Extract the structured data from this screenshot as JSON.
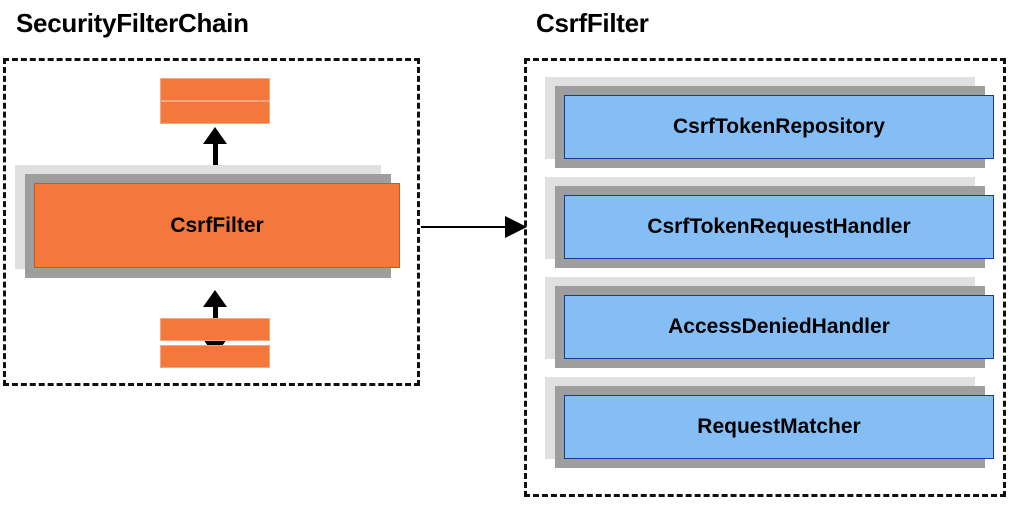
{
  "diagram": {
    "background_color": "#ffffff",
    "panels": [
      {
        "title": "SecurityFilterChain",
        "accent_color": "#F4783C",
        "items": [
          {
            "label": "CsrfFilter",
            "kind": "named-box",
            "color": "#F4783C"
          }
        ],
        "placeholder_bars": 4,
        "connectors": [
          {
            "kind": "double-arrow-vertical",
            "between": "upper-filters / CsrfFilter"
          },
          {
            "kind": "double-arrow-vertical",
            "between": "CsrfFilter / lower-filters"
          }
        ]
      },
      {
        "title": "CsrfFilter",
        "accent_color": "#85BEF5",
        "items": [
          {
            "label": "CsrfTokenRepository",
            "kind": "named-box",
            "color": "#85BEF5"
          },
          {
            "label": "CsrfTokenRequestHandler",
            "kind": "named-box",
            "color": "#85BEF5"
          },
          {
            "label": "AccessDeniedHandler",
            "kind": "named-box",
            "color": "#85BEF5"
          },
          {
            "label": "RequestMatcher",
            "kind": "named-box",
            "color": "#85BEF5"
          }
        ],
        "placeholder_bars": 0
      }
    ],
    "cross_panel_connector": {
      "kind": "arrow-right",
      "from": "SecurityFilterChain",
      "to": "CsrfFilter"
    },
    "colors": {
      "orange_fill": "#F4783C",
      "orange_border": "#D4541C",
      "blue_fill": "#85BEF5",
      "blue_border": "#1B3A93",
      "shadow_dark": "#9e9e9e",
      "shadow_light": "#e0e0e0",
      "outline": "#111111",
      "text": "#000000"
    }
  }
}
